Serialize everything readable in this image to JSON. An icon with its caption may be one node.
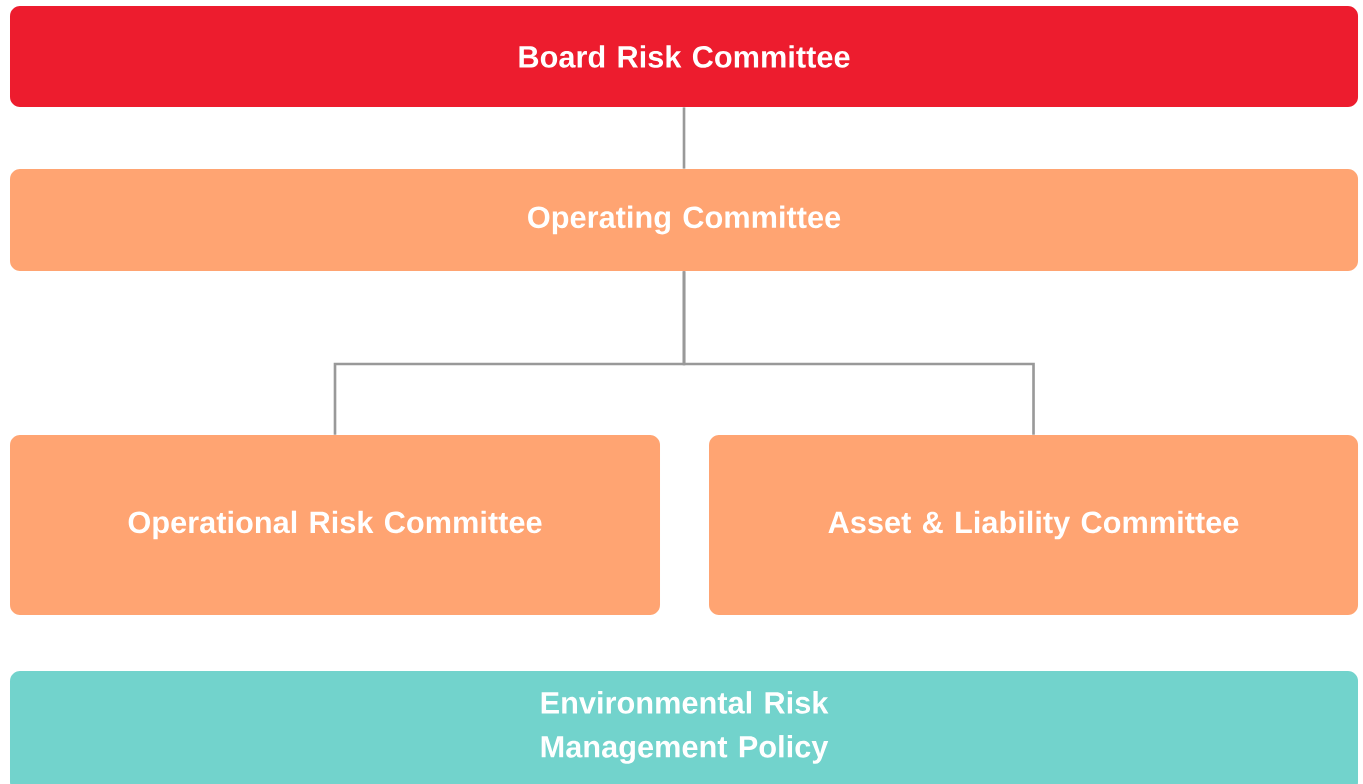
{
  "diagram": {
    "nodes": [
      {
        "text": [
          "Board Risk Committee"
        ]
      },
      {
        "text": [
          "Operating Committee"
        ]
      },
      {
        "text": [
          "Operational Risk Committee"
        ]
      },
      {
        "text": [
          "Asset & Liability Committee"
        ]
      },
      {
        "text": [
          "Environmental Risk Management Policy"
        ]
      }
    ],
    "edges": [
      {
        "from": 0,
        "to": 1,
        "arrow": "none"
      },
      {
        "from": 1,
        "to": 2,
        "arrow": "none"
      },
      {
        "from": 1,
        "to": 3,
        "arrow": "none"
      }
    ]
  }
}
